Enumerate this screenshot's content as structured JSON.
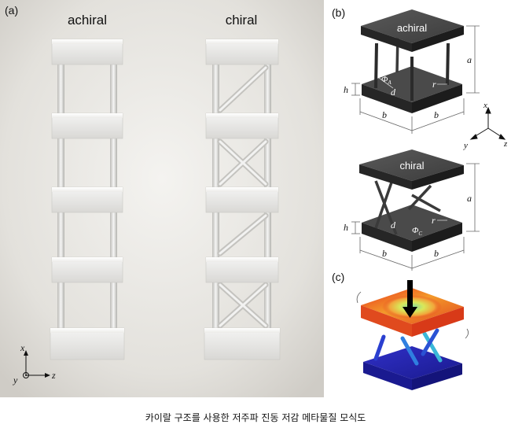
{
  "panel_labels": {
    "a": "(a)",
    "b": "(b)",
    "c": "(c)"
  },
  "photo": {
    "left_title": "achiral",
    "right_title": "chiral"
  },
  "axes_a": {
    "x": "x",
    "y": "y",
    "z": "z"
  },
  "axes_b": {
    "x": "x",
    "y": "y",
    "z": "z"
  },
  "model_top": {
    "title": "achiral",
    "dim_a": "a",
    "dim_h": "h",
    "dim_b1": "b",
    "dim_b2": "b",
    "dim_d": "d",
    "dim_r": "r",
    "phi": "Φ",
    "phi_sub": "A"
  },
  "model_bottom": {
    "title": "chiral",
    "dim_a": "a",
    "dim_h": "h",
    "dim_b1": "b",
    "dim_b2": "b",
    "dim_d": "d",
    "dim_r": "r",
    "phi": "Φ",
    "phi_sub": "C"
  },
  "caption": "카이랄 구조를 사용한 저주파 진동 저감 메타물질 모식도"
}
